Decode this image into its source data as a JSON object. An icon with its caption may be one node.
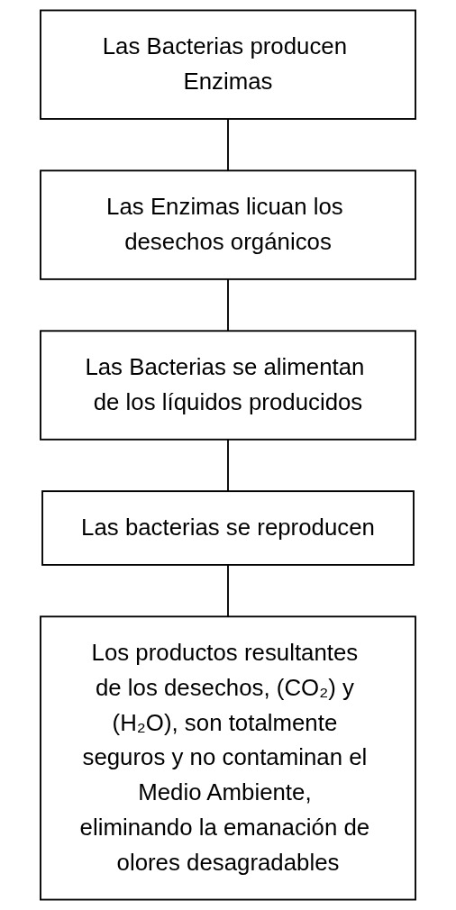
{
  "diagram": {
    "nodes": [
      {
        "text": [
          "Las Bacterias producen Enzimas"
        ]
      },
      {
        "text": [
          "Las Enzimas licuan los desechos orgánicos"
        ]
      },
      {
        "text": [
          "Las Bacterias se alimentan de los líquidos producidos"
        ]
      },
      {
        "text": [
          "Las bacterias se reproducen"
        ]
      },
      {
        "text": [
          "Los productos resultantes de los desechos, (CO₂) y (H₂O), son totalmente seguros y no contaminan el Medio Ambiente, eliminando la emanación de olores desagradables"
        ]
      }
    ],
    "edges": [
      {
        "from": 0,
        "to": 1,
        "arrow": "none"
      },
      {
        "from": 1,
        "to": 2,
        "arrow": "none"
      },
      {
        "from": 2,
        "to": 3,
        "arrow": "none"
      },
      {
        "from": 3,
        "to": 4,
        "arrow": "none"
      }
    ]
  }
}
